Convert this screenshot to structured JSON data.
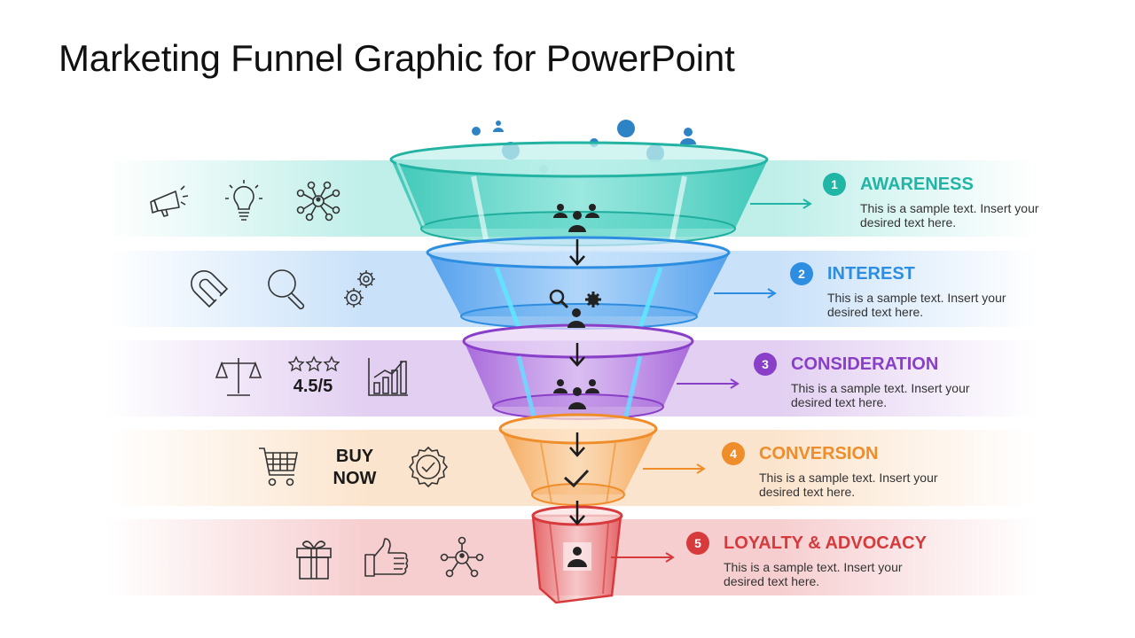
{
  "title": "Marketing Funnel Graphic for PowerPoint",
  "stages": [
    {
      "number": "1",
      "name": "AWARENESS",
      "description": "This is a sample text. Insert your desired text here.",
      "color": "#20b5a5"
    },
    {
      "number": "2",
      "name": "INTEREST",
      "description": "This is a sample text. Insert your desired text here.",
      "color": "#2d8de0"
    },
    {
      "number": "3",
      "name": "CONSIDERATION",
      "description": "This is a sample text. Insert your desired text here.",
      "color": "#8a3fc9"
    },
    {
      "number": "4",
      "name": "CONVERSION",
      "description": "This is a sample text. Insert your desired text here.",
      "color": "#ef8d2a"
    },
    {
      "number": "5",
      "name": "LOYALTY & ADVOCACY",
      "description": "This is a sample text. Insert your desired text here.",
      "color": "#d63a3d"
    }
  ],
  "icons": {
    "awareness": [
      "megaphone-icon",
      "lightbulb-icon",
      "network-icon"
    ],
    "interest": [
      "magnet-icon",
      "magnifier-icon",
      "gears-icon"
    ],
    "consideration": [
      "scale-icon",
      "star-rating-icon",
      "bar-chart-icon"
    ],
    "conversion": [
      "shopping-cart-icon",
      "buy-now-text",
      "badge-check-icon"
    ],
    "loyalty": [
      "gift-icon",
      "thumbs-up-icon",
      "network-icon"
    ]
  },
  "rating_label": "4.5/5",
  "buy_now": {
    "line1": "BUY",
    "line2": "NOW"
  }
}
